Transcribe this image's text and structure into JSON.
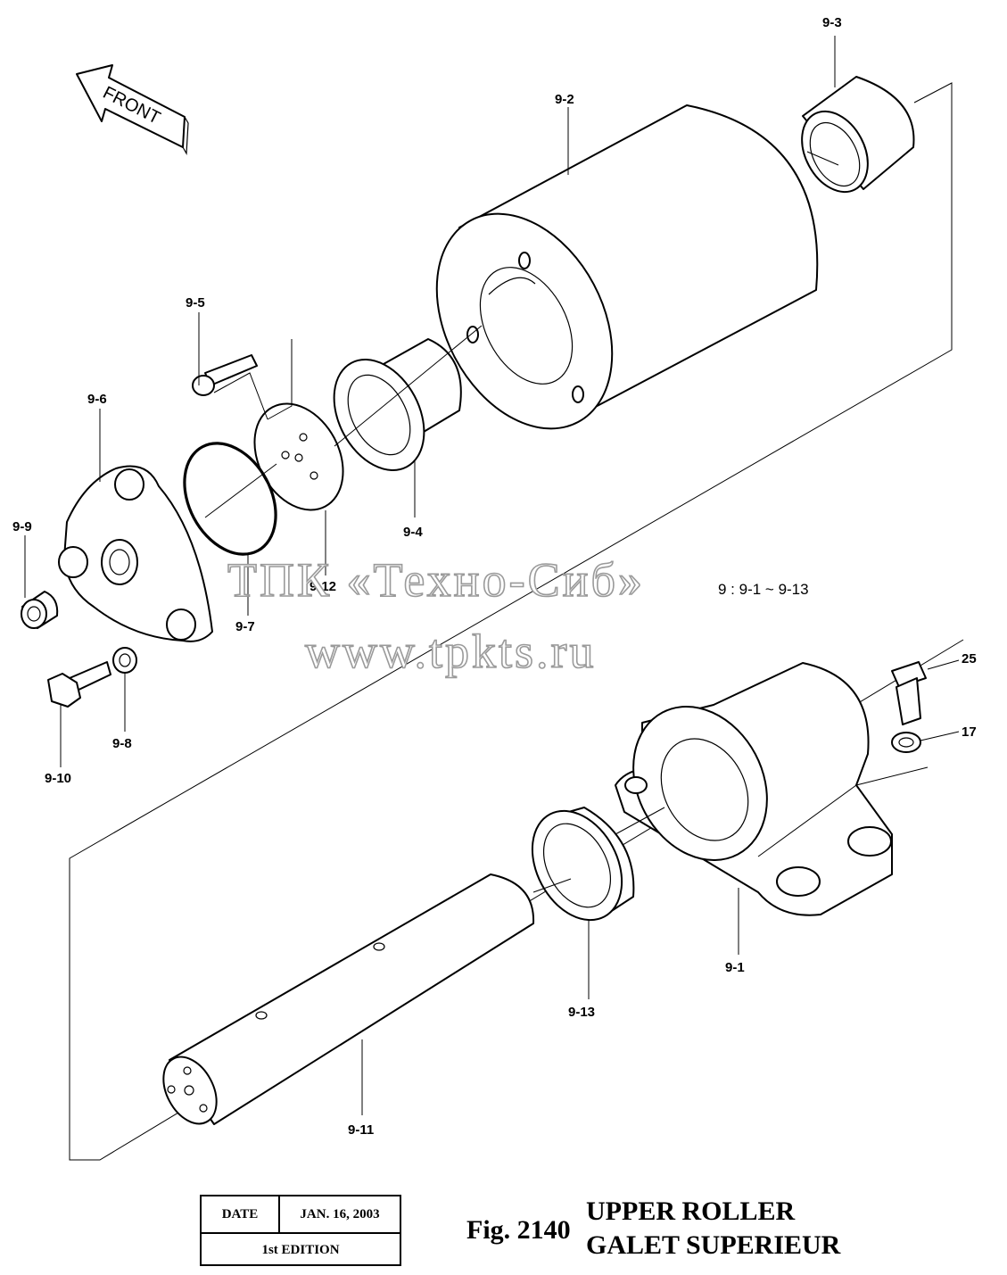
{
  "front_label": "FRONT",
  "callouts": {
    "p9_1": "9-1",
    "p9_2": "9-2",
    "p9_3": "9-3",
    "p9_4": "9-4",
    "p9_5": "9-5",
    "p9_6": "9-6",
    "p9_7": "9-7",
    "p9_8": "9-8",
    "p9_9": "9-9",
    "p9_10": "9-10",
    "p9_11": "9-11",
    "p9_12": "9-12",
    "p9_13": "9-13",
    "p17": "17",
    "p25": "25"
  },
  "assembly_note": "9 : 9-1 ~ 9-13",
  "watermark": {
    "line1": "ТПК «Техно-Сиб»",
    "line2": "www.tpkts.ru"
  },
  "title_block": {
    "date_label": "DATE",
    "date_value": "JAN. 16, 2003",
    "edition": "1st EDITION"
  },
  "figure": {
    "number": "Fig. 2140",
    "title_en": "UPPER ROLLER",
    "title_fr": "GALET SUPERIEUR"
  }
}
